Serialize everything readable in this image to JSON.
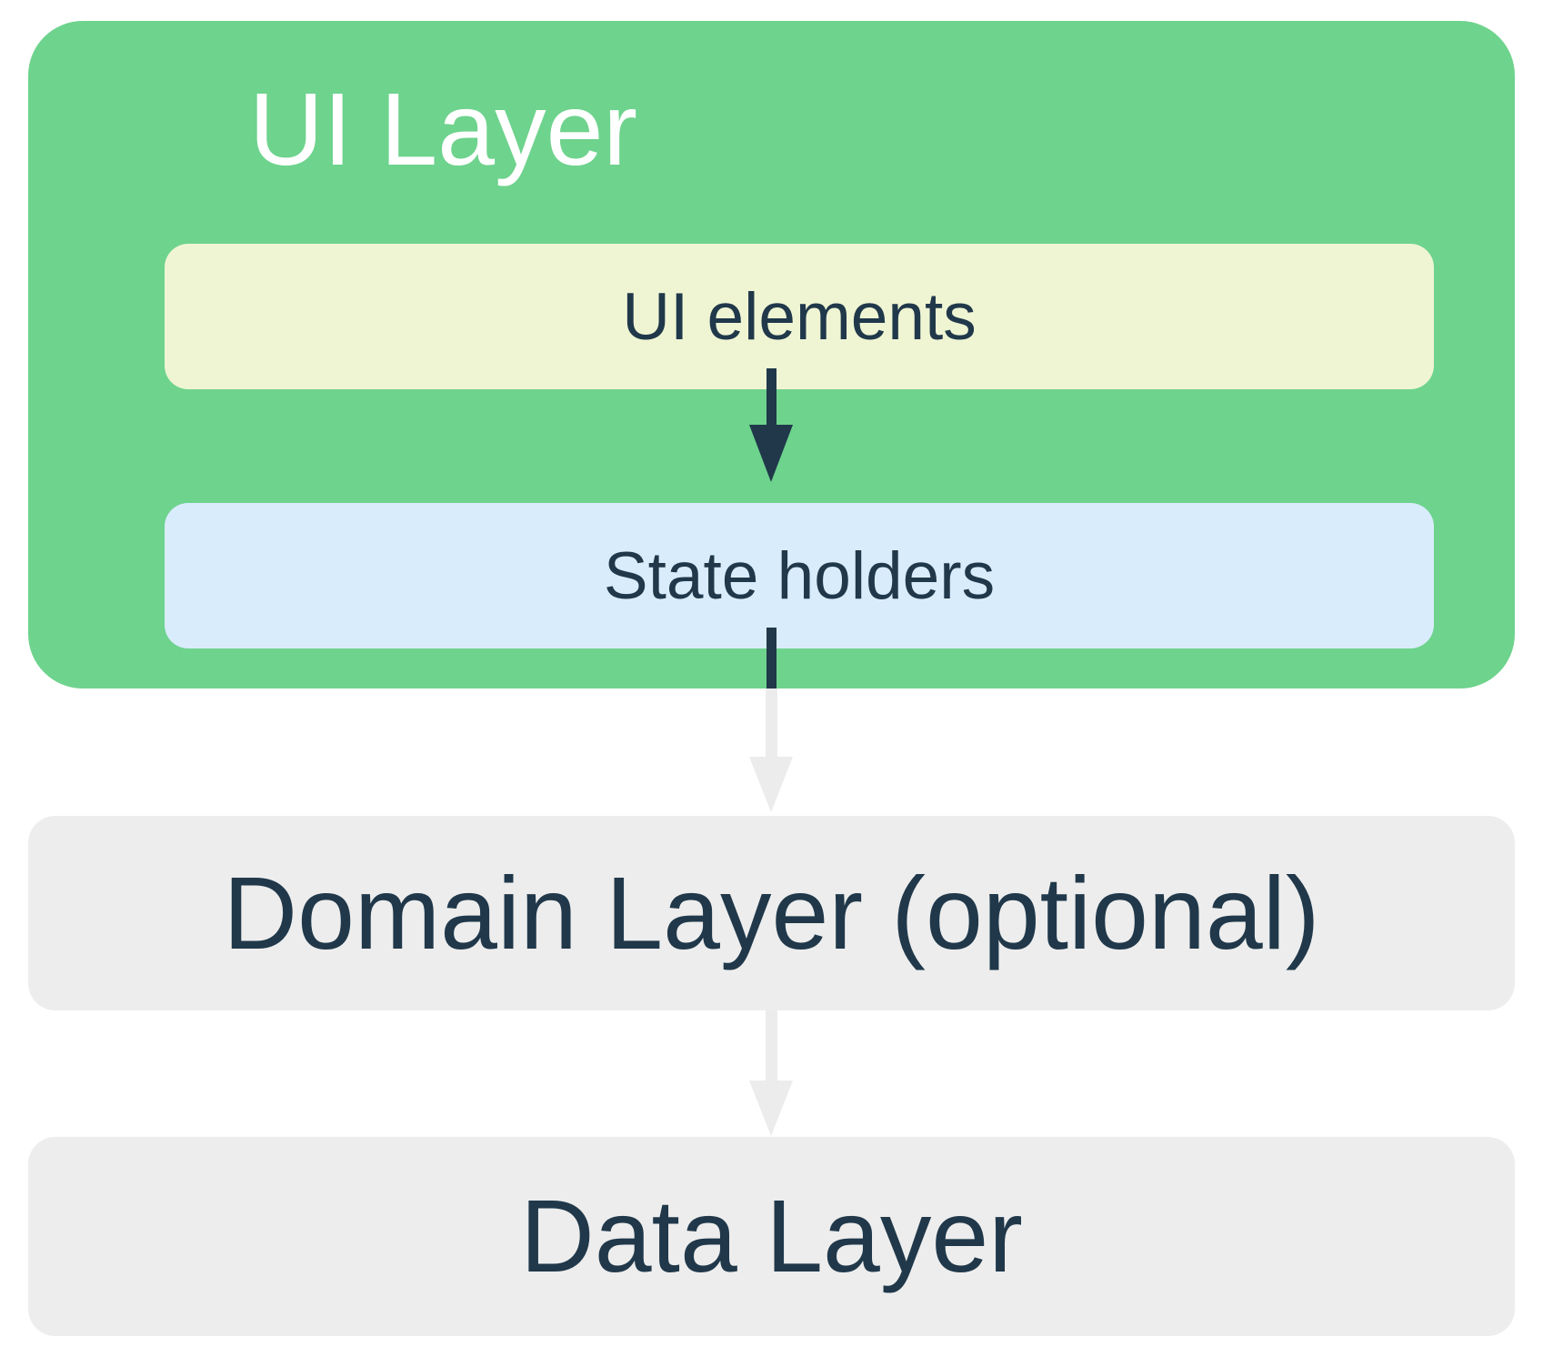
{
  "ui_layer": {
    "title": "UI Layer",
    "ui_elements_label": "UI elements",
    "state_holders_label": "State holders"
  },
  "domain_layer": {
    "label": "Domain Layer (optional)"
  },
  "data_layer": {
    "label": "Data Layer"
  },
  "arrows": [
    {
      "name": "ui-elements-to-state-holders",
      "direction": "down",
      "color": "#20384a"
    },
    {
      "name": "state-holders-to-domain-layer",
      "direction": "down",
      "colors": [
        "#20384a",
        "#ececec"
      ]
    },
    {
      "name": "domain-layer-to-data-layer",
      "direction": "down",
      "color": "#ececec"
    }
  ],
  "colors": {
    "ui_layer_bg": "#6ed38d",
    "ui_elements_bg": "#eff5d3",
    "state_holders_bg": "#d9ecfc",
    "layer_box_bg": "#ededed",
    "dark_text": "#20384a",
    "ui_layer_title_text": "#ffffff",
    "faded_arrow": "#ececec",
    "page_bg": "#ffffff"
  }
}
